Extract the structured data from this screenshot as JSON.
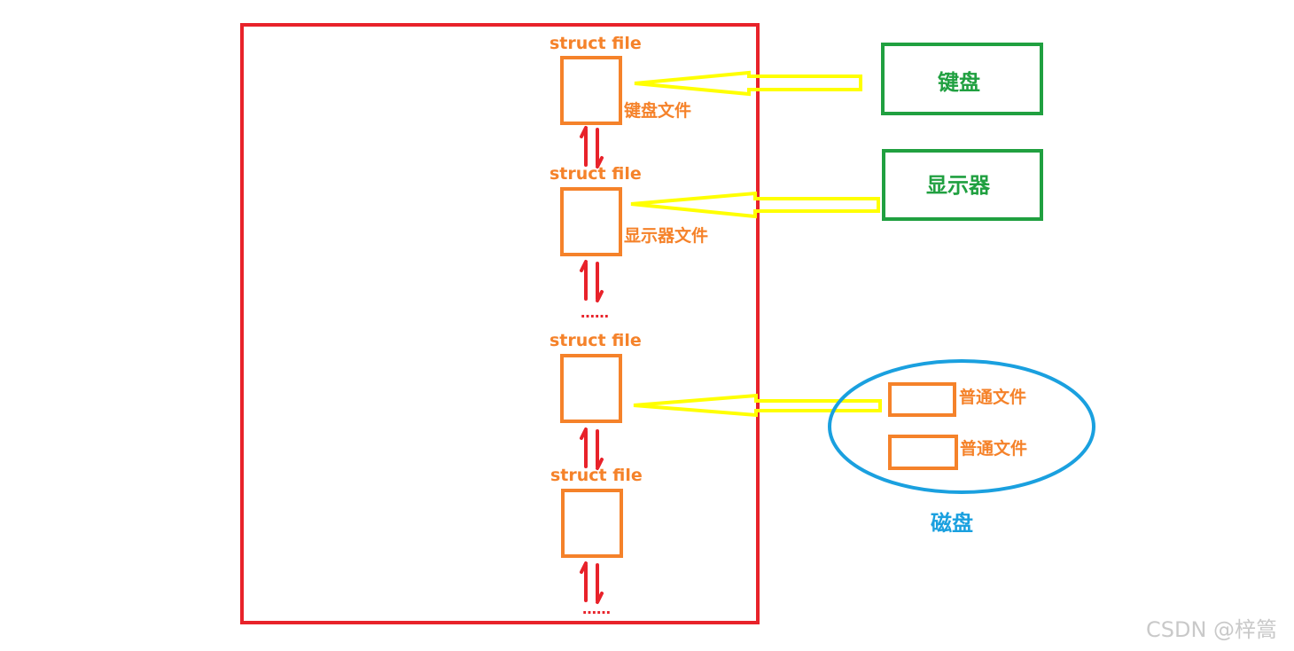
{
  "colors": {
    "process_border": "#e8222a",
    "struct_file": "#f5822a",
    "arrow_yellow": "#ffff00",
    "device_green": "#20a040",
    "disk_blue": "#1aa0df",
    "link_red": "#e8222a",
    "watermark": "#c9c9c9"
  },
  "struct_files": [
    {
      "label": "struct file",
      "file_label": "键盘文件"
    },
    {
      "label": "struct file",
      "file_label": "显示器文件"
    },
    {
      "label": "struct file",
      "file_label": ""
    },
    {
      "label": "struct file",
      "file_label": ""
    }
  ],
  "ellipsis": [
    "……",
    "……"
  ],
  "devices": {
    "keyboard": "键盘",
    "monitor": "显示器"
  },
  "disk": {
    "label": "磁盘",
    "files": [
      "普通文件",
      "普通文件"
    ]
  },
  "watermark": "CSDN @梓篙"
}
